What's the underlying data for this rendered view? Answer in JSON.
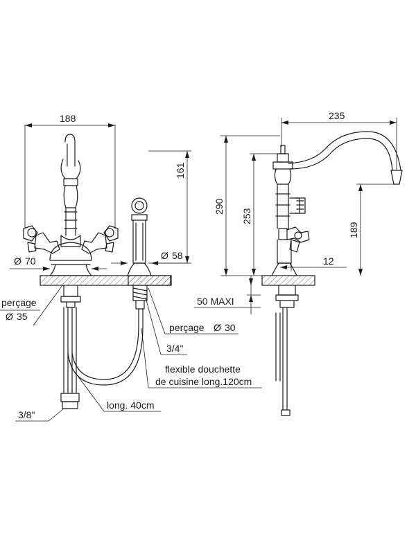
{
  "dimensions": {
    "width_188": "188",
    "height_161": "161",
    "dia_70": "70",
    "dia_58": "58",
    "width_235": "235",
    "height_290": "290",
    "height_253": "253",
    "height_189": "189",
    "offset_12": "12",
    "deck_max": "50 MAXI"
  },
  "labels": {
    "percage_35_line1": "perçage",
    "percage_35_line2": "35",
    "percage_30_word": "perçage",
    "percage_30_value": "30",
    "thread_34": "3/4\"",
    "flex_line1": "flexible douchette",
    "flex_line2": "de cuisine long.120cm",
    "thread_38": "3/8\"",
    "hose_length": "long. 40cm"
  },
  "symbols": {
    "diameter": "Ø"
  }
}
